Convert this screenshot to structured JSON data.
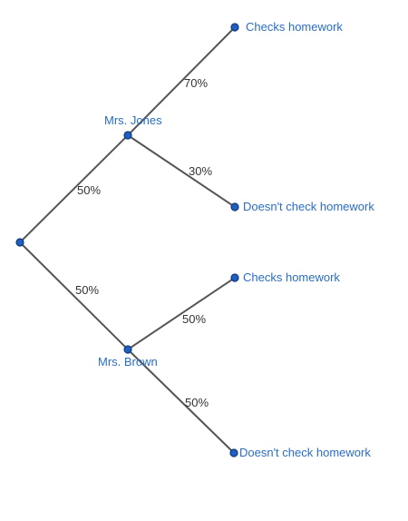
{
  "colors": {
    "edge": "#555555",
    "node": "#1f5fbf",
    "label": "#2a6dc4",
    "probability": "#333333"
  },
  "tree": {
    "root": {
      "label": "",
      "branches": [
        {
          "probability": "50%",
          "label": "Mrs. Jones",
          "branches": [
            {
              "probability": "70%",
              "label": "Checks homework"
            },
            {
              "probability": "30%",
              "label": "Doesn't check homework"
            }
          ]
        },
        {
          "probability": "50%",
          "label": "Mrs. Brown",
          "branches": [
            {
              "probability": "50%",
              "label": "Checks homework"
            },
            {
              "probability": "50%",
              "label": "Doesn't check homework"
            }
          ]
        }
      ]
    }
  }
}
